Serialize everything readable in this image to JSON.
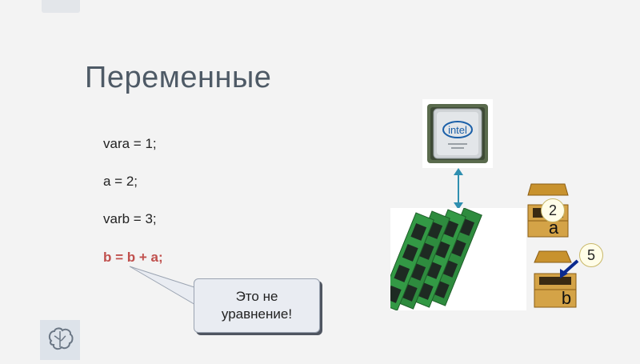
{
  "slide": {
    "title": "Переменные",
    "code": [
      "vara = 1;",
      "a = 2;",
      "varb = 3;",
      "b = b + a;"
    ],
    "callout": {
      "line1": "Это не",
      "line2": "уравнение!"
    }
  },
  "figure": {
    "cpu_brand": "intel",
    "chest_a": {
      "label": "a",
      "value": "2"
    },
    "chest_b": {
      "label": "b",
      "value": "5"
    }
  },
  "colors": {
    "title": "#4e5a66",
    "highlight": "#c0504d",
    "ram_board": "#2e8b3e",
    "chest_wood": "#d4a347"
  }
}
